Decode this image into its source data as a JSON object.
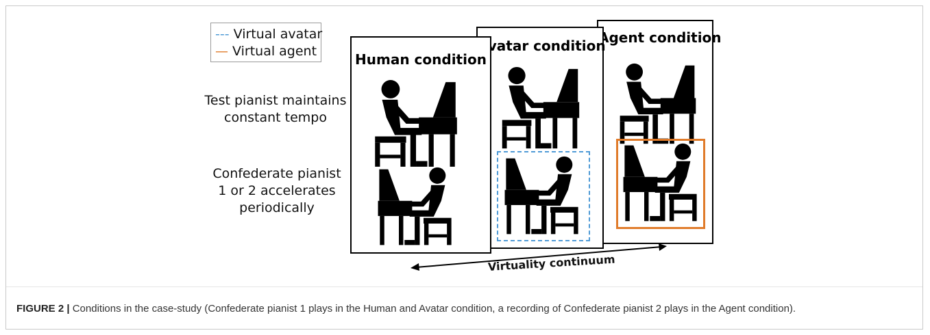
{
  "legend": {
    "avatar_label": "--- Virtual avatar",
    "agent_label": "— Virtual agent",
    "avatar_color": "#4e9ad6",
    "agent_color": "#e07b2a"
  },
  "panels": {
    "human_title": "Human condition",
    "avatar_title": "Avatar condition",
    "agent_title": "Agent condition"
  },
  "row_labels": {
    "top_line1": "Test pianist maintains",
    "top_line2": "constant tempo",
    "bottom_line1": "Confederate pianist",
    "bottom_line2": "1 or 2 accelerates",
    "bottom_line3": "periodically"
  },
  "axis": {
    "label": "Virtuality continuum"
  },
  "caption": {
    "lead": "FIGURE 2 |",
    "text": " Conditions in the case-study (Confederate pianist 1 plays in the Human and Avatar condition, a recording of Confederate pianist 2 plays in the Agent condition)."
  },
  "icons": {
    "pianist": "pianist-at-piano-icon"
  }
}
